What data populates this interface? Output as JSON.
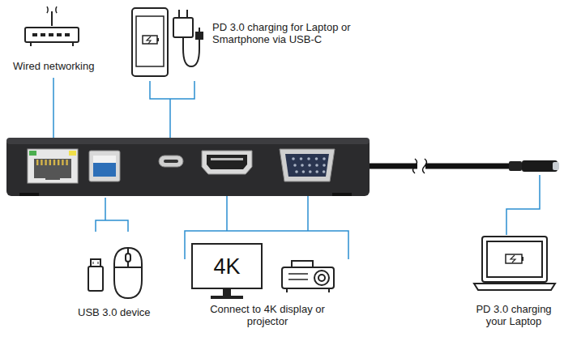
{
  "diagram": {
    "nodes": [
      {
        "text": [
          "4K"
        ]
      }
    ],
    "edges": [],
    "labels": [
      "Wired networking",
      "PD 3.0 charging for Laptop or Smartphone via USB-C",
      "USB 3.0 device",
      "Connect to 4K display or projector",
      "PD 3.0 charging your Laptop"
    ]
  }
}
